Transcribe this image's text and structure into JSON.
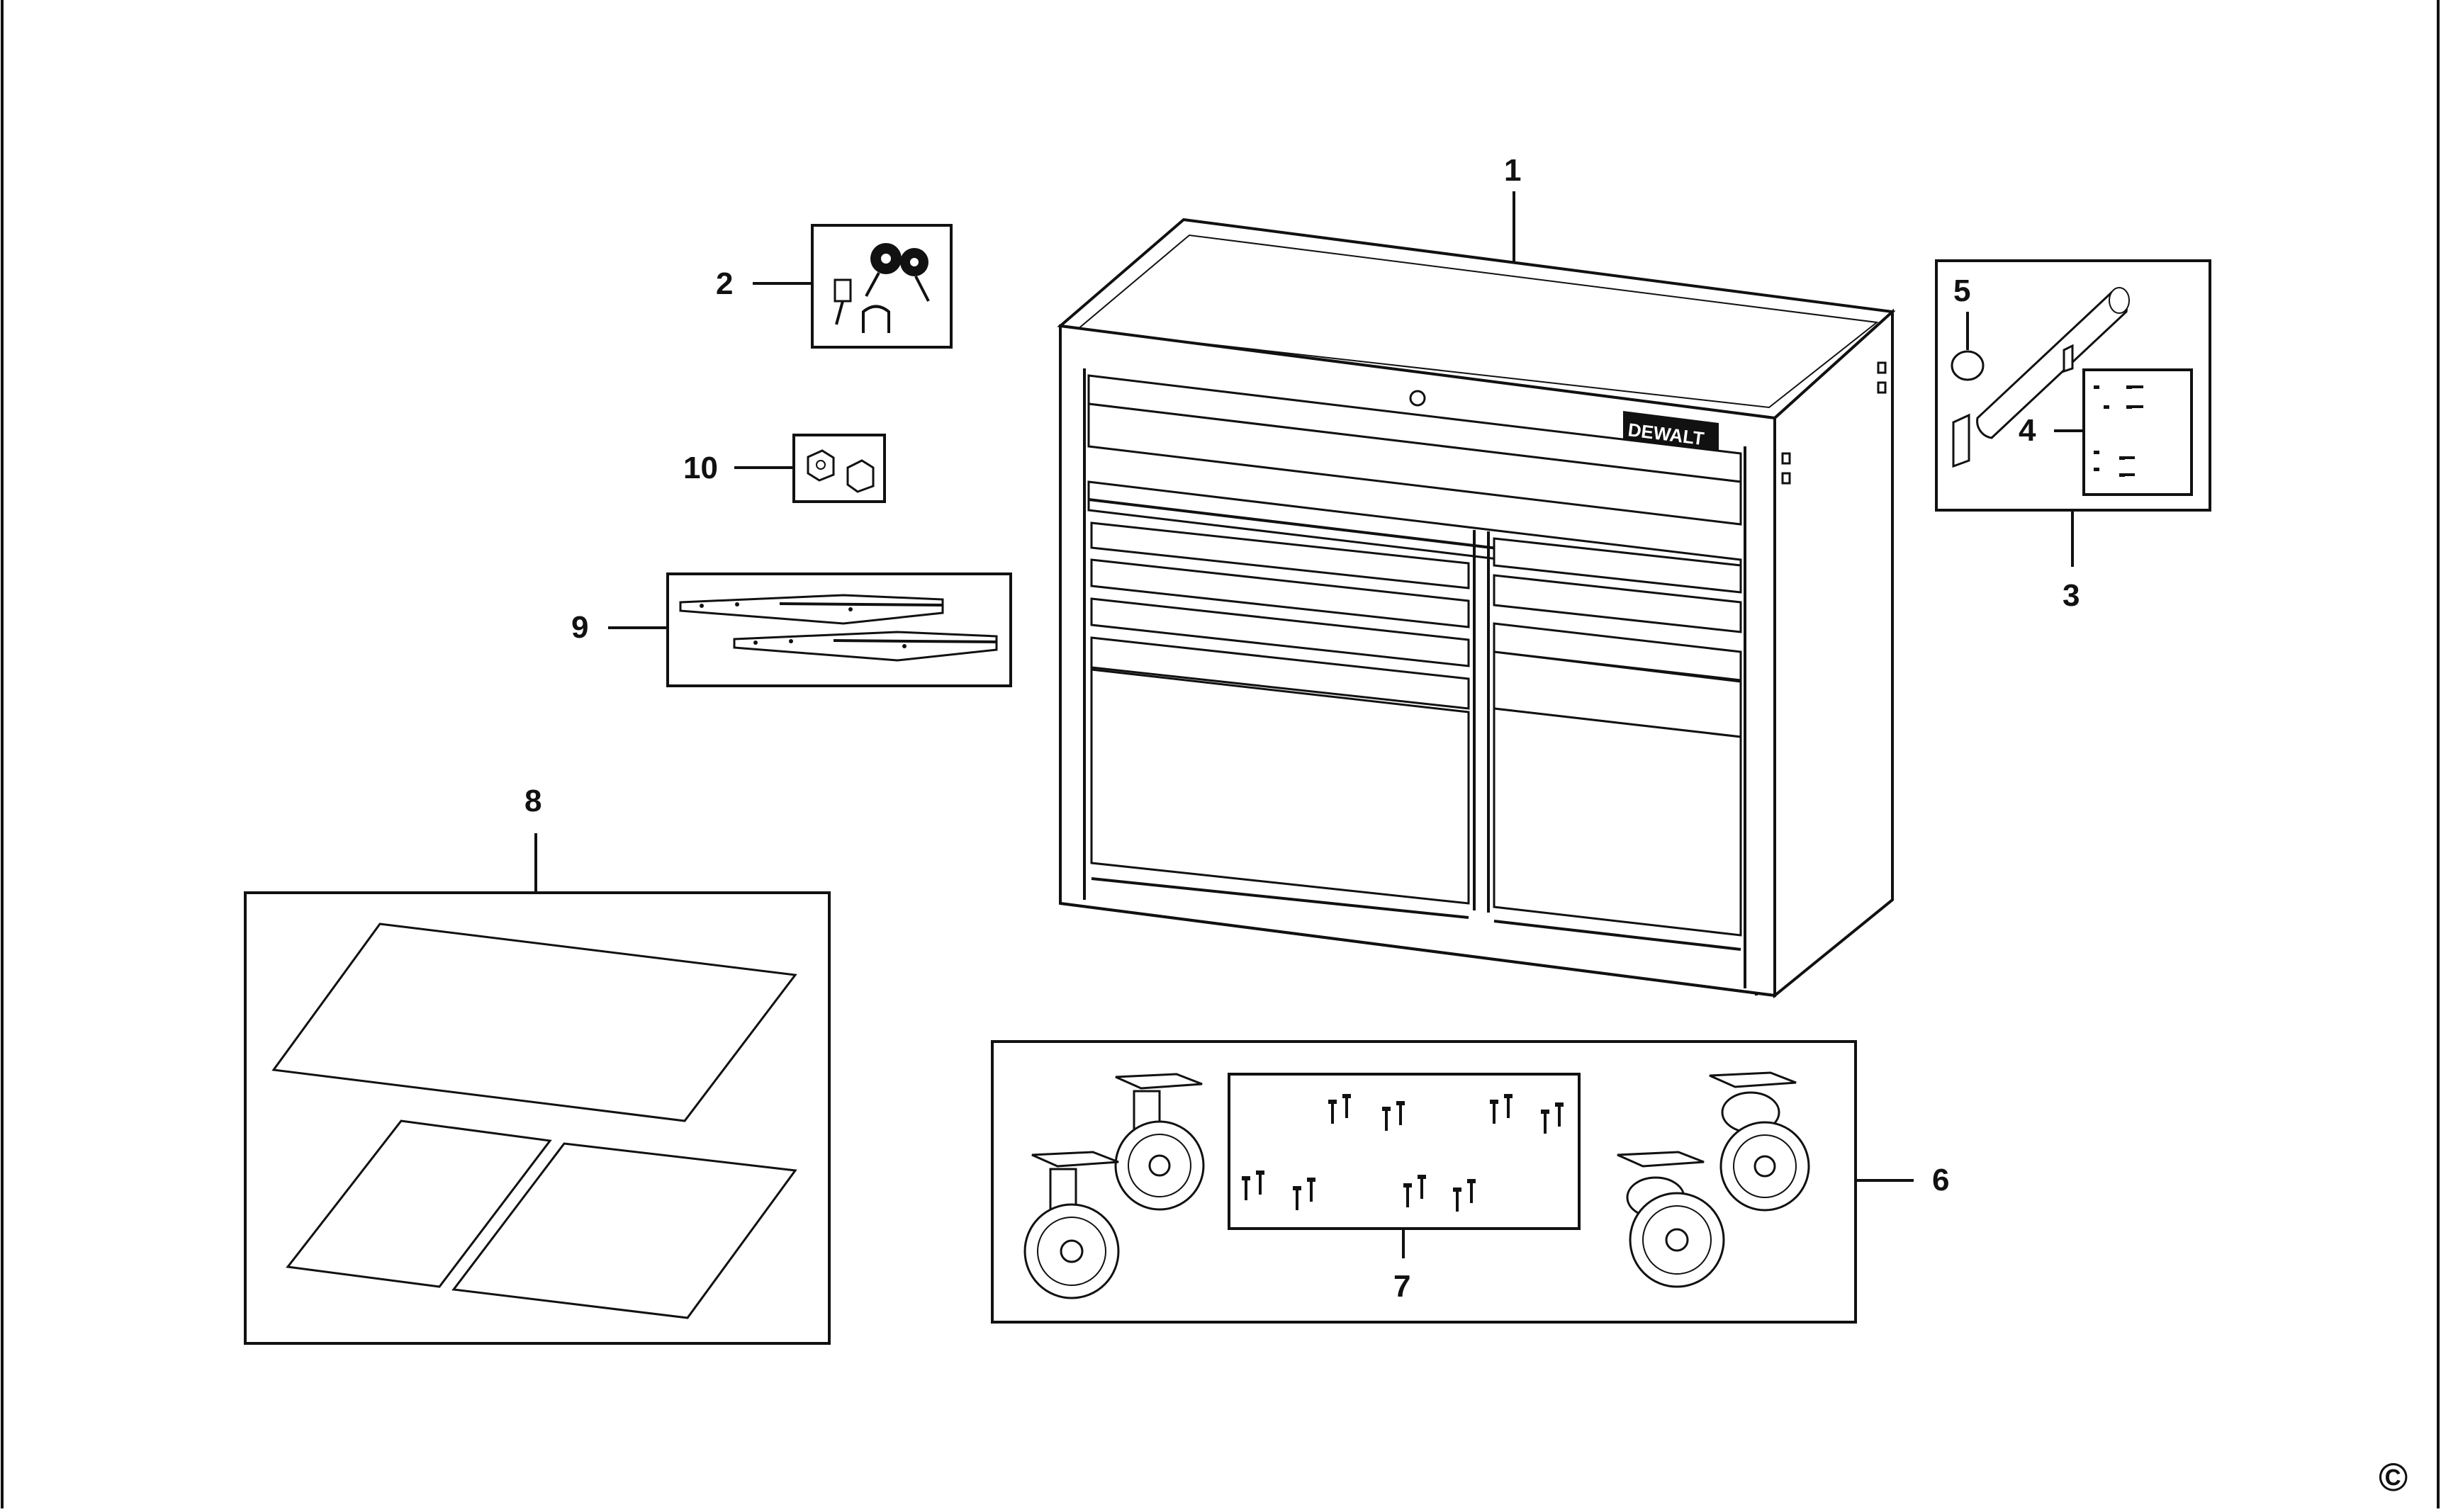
{
  "brand": {
    "logo_text": "DEWALT"
  },
  "copyright_symbol": "©",
  "parts": [
    {
      "id": "1",
      "label": "1",
      "icon": "tool-chest-icon"
    },
    {
      "id": "2",
      "label": "2",
      "icon": "lock-and-keys-icon"
    },
    {
      "id": "3",
      "label": "3",
      "icon": "side-handle-kit-icon"
    },
    {
      "id": "4",
      "label": "4",
      "icon": "handle-screws-icon"
    },
    {
      "id": "5",
      "label": "5",
      "icon": "handle-end-cap-icon"
    },
    {
      "id": "6",
      "label": "6",
      "icon": "caster-kit-icon"
    },
    {
      "id": "7",
      "label": "7",
      "icon": "caster-bolts-icon"
    },
    {
      "id": "8",
      "label": "8",
      "icon": "drawer-liners-icon"
    },
    {
      "id": "9",
      "label": "9",
      "icon": "drawer-slides-icon"
    },
    {
      "id": "10",
      "label": "10",
      "icon": "drawer-bumpers-icon"
    }
  ]
}
